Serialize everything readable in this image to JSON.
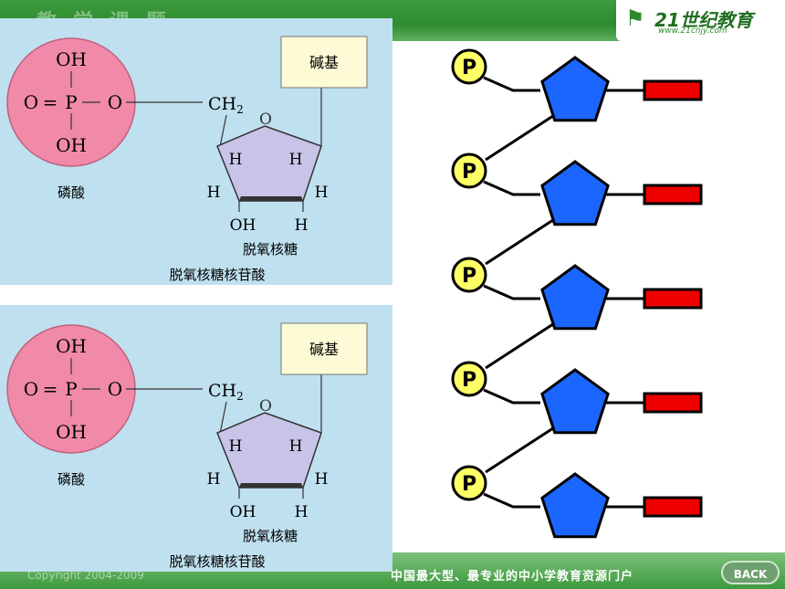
{
  "header": {
    "title": "教学课题",
    "logo": {
      "brand": "21世纪教育",
      "url": "www.21cnjy.com"
    }
  },
  "nucleotide": {
    "phosphate_oh_top": "OH",
    "phosphate_oh_bottom": "OH",
    "o_equals": "O",
    "p_atom": "P",
    "o_right": "O",
    "phosphate_label": "磷酸",
    "ch2": "CH",
    "ch2_sub": "2",
    "ring_o": "O",
    "h_left_inner": "H",
    "h_right_inner": "H",
    "h_left_outer": "H",
    "h_right_outer": "H",
    "oh_bottom": "OH",
    "h_bottom": "H",
    "base_label": "碱基",
    "sugar_label": "脱氧核糖",
    "nucleotide_label": "脱氧核糖核苷酸"
  },
  "chain": {
    "phosphate_letter": "P",
    "units": 5,
    "colors": {
      "phosphate": "#ffff66",
      "sugar": "#1a66ff",
      "base": "#ee0000"
    }
  },
  "footer": {
    "slogan": "中国最大型、最专业的中小学教育资源门户",
    "copyright": "Copyright 2004-2009",
    "back_label": "BACK"
  }
}
